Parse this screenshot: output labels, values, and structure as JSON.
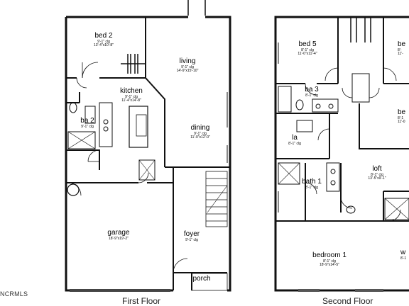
{
  "first_floor": {
    "caption": "First Floor",
    "rooms": {
      "bed2": {
        "name": "bed 2",
        "d1": "9'-1\" clg",
        "d2": "13'-4\"x10'-8\""
      },
      "living": {
        "name": "living",
        "d1": "9'-1\" clg",
        "d2": "14'-9\"x15'-10\""
      },
      "kitchen": {
        "name": "kitchen",
        "d1": "9'-1\" clg",
        "d2": "11'-4\"x14'-8\""
      },
      "ba2": {
        "name": "ba 2",
        "d1": "9'-1\" clg"
      },
      "dining": {
        "name": "dining",
        "d1": "9'-1\" clg",
        "d2": "11'-0\"x12'-0\""
      },
      "garage": {
        "name": "garage",
        "d1": "18'-9\"x19'-2\""
      },
      "foyer": {
        "name": "foyer",
        "d1": "9'-1\" clg"
      },
      "porch": {
        "name": "porch"
      }
    }
  },
  "second_floor": {
    "caption": "Second Floor",
    "rooms": {
      "bed5": {
        "name": "bed 5",
        "d1": "8'-1\" clg",
        "d2": "11'-0\"x11'-4\""
      },
      "bed4": {
        "name": "be",
        "d1": "8'-",
        "d2": "11'-"
      },
      "ba3": {
        "name": "ba 3",
        "d1": "8'-1\" clg"
      },
      "bed3": {
        "name": "be",
        "d1": "8'-1",
        "d2": "11'-0"
      },
      "la": {
        "name": "la",
        "d1": "8'-1\" clg"
      },
      "bath1": {
        "name": "bath 1",
        "d1": "8'-1\" clg"
      },
      "loft": {
        "name": "loft",
        "d1": "8'-1\" clg",
        "d2": "13'-5\"x9'-1\""
      },
      "bedroom1": {
        "name": "bedroom 1",
        "d1": "8'-1\" clg",
        "d2": "18'-9\"x14'-5\""
      },
      "wic": {
        "name": "w",
        "d1": "8'-1"
      }
    }
  },
  "watermark": "NCRMLS"
}
